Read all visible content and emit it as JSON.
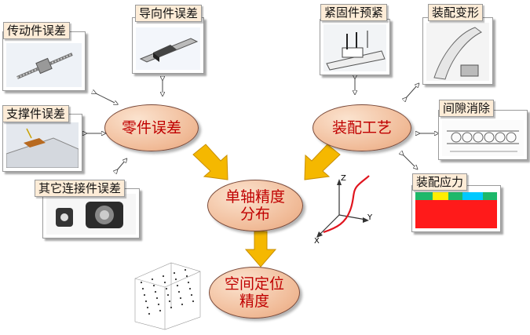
{
  "nodes": {
    "part_error": "零件误差",
    "assembly_process": "装配工艺",
    "single_axis_line1": "单轴精度",
    "single_axis_line2": "分布",
    "spatial_line1": "空间定位",
    "spatial_line2": "精度"
  },
  "cards": {
    "drive": "传动件误差",
    "guide": "导向件误差",
    "support": "支撑件误差",
    "connector": "其它连接件误差",
    "fastener": "紧固件预紧",
    "deform": "装配变形",
    "gap": "间隙消除",
    "stress": "装配应力"
  },
  "axes": {
    "z": "Z",
    "y": "Y",
    "x": "X"
  },
  "colors": {
    "node_fill": "#f0b995",
    "arrow": "#f5b800",
    "curve": "#e0141e",
    "card_title_bg": "#fdecd7"
  }
}
